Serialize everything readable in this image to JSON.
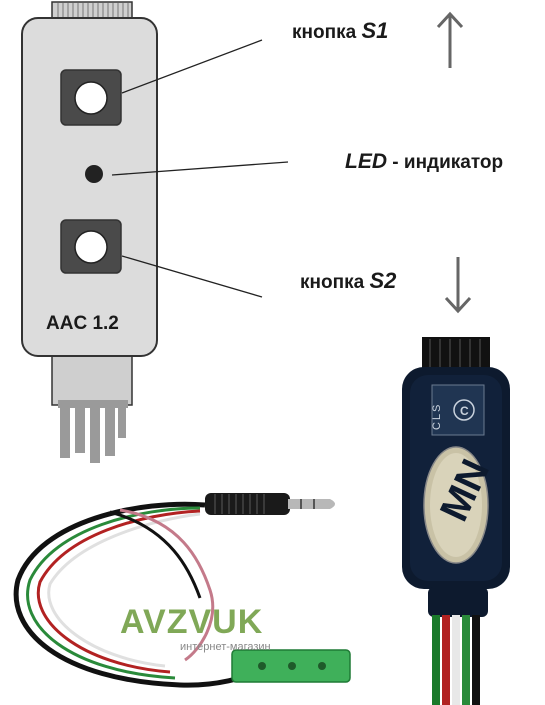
{
  "device": {
    "model_label": "AAC 1.2"
  },
  "callouts": {
    "s1": {
      "prefix": "кнопка ",
      "name": "S1",
      "arrow": "up-arrow-icon"
    },
    "led": {
      "name": "LED",
      "suffix": " - индикатор"
    },
    "s2": {
      "prefix": "кнопка ",
      "name": "S2",
      "arrow": "down-arrow-icon"
    }
  },
  "module": {
    "brand": "MN",
    "marking": "CLS"
  },
  "watermark": {
    "logo": "AVZVUK",
    "subtitle": "интернет-магазин"
  },
  "colors": {
    "device_body": "#dcdcdc",
    "button_frame": "#4a4a4a",
    "module_body": "#0d1a2e",
    "logo_green": "#6a9a3a",
    "led": "#222222"
  }
}
